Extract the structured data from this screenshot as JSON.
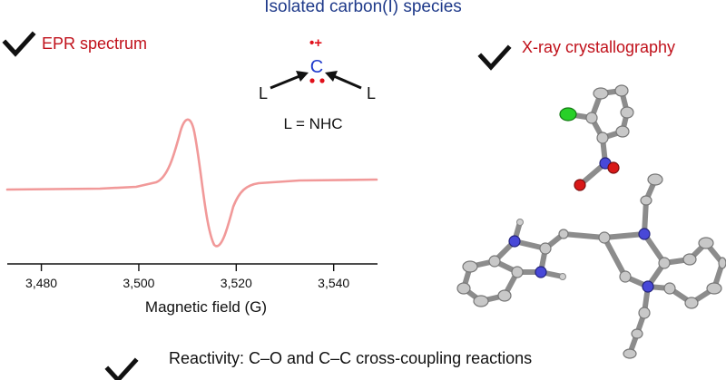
{
  "title": "Isolated carbon(I) species",
  "epr": {
    "label": "EPR spectrum",
    "ticks": [
      {
        "value": 3480,
        "label": "3,480"
      },
      {
        "value": 3500,
        "label": "3,500"
      },
      {
        "value": 3520,
        "label": "3,520"
      },
      {
        "value": 3540,
        "label": "3,540"
      }
    ],
    "xlabel": "Magnetic field (G)",
    "xlim": [
      3473,
      3549
    ]
  },
  "structure": {
    "radical_cation": "•+",
    "carbon": "C",
    "ligand_left": "L",
    "ligand_right": "L",
    "ligand_definition": "L = NHC"
  },
  "xray": {
    "label": "X-ray crystallography"
  },
  "reactivity": {
    "label": "Reactivity: C–O and C–C cross-coupling reactions"
  },
  "colors": {
    "title": "#1f3a8a",
    "highlight": "#c0101a",
    "spectrum": "#f19999",
    "carbon": "#1f3acc",
    "dots": "#e0101a",
    "nitrogen": "#4848d8",
    "oxygen": "#d81818",
    "chlorine": "#28d028",
    "carbon_atom": "#c8c8c8"
  },
  "icons": [
    "check-icon-epr",
    "check-icon-xray",
    "check-icon-reactivity"
  ]
}
